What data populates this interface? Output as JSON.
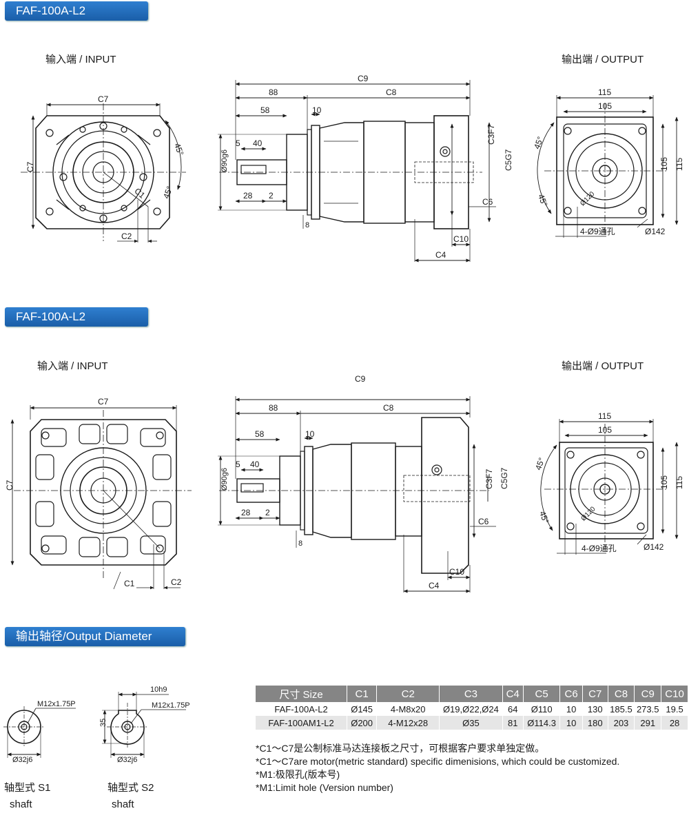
{
  "sections": {
    "s1_title": "FAF-100A-L2",
    "s2_title": "FAF-100A-L2",
    "s3_title": "输出轴径/Output Diameter"
  },
  "views": {
    "input": "输入端 / INPUT",
    "output": "输出端 / OUTPUT"
  },
  "dims": {
    "c1": "C1",
    "c2": "C2",
    "c3f7": "C3F7",
    "c4": "C4",
    "c5g7": "C5G7",
    "c6": "C6",
    "c7": "C7",
    "c8": "C8",
    "c9": "C9",
    "c10": "C10",
    "d88": "88",
    "d58": "58",
    "d10": "10",
    "d5": "5",
    "d40": "40",
    "d28": "28",
    "d2": "2",
    "d8": "8",
    "d90": "Ø90g6",
    "d115": "115",
    "d105": "105",
    "holes": "4-Ø9通孔",
    "d142": "Ø142",
    "d120": "Ø120",
    "a45": "45°"
  },
  "shafts": {
    "thread": "M12x1.75P",
    "key": "10h9",
    "dia": "Ø32j6",
    "h35": "35",
    "s1_label": "轴型式 S1",
    "s2_label": "轴型式 S2",
    "shaft_word": "shaft"
  },
  "table": {
    "headers": [
      "尺寸 Size",
      "C1",
      "C2",
      "C3",
      "C4",
      "C5",
      "C6",
      "C7",
      "C8",
      "C9",
      "C10"
    ],
    "rows": [
      [
        "FAF-100A-L2",
        "Ø145",
        "4-M8x20",
        "Ø19,Ø22,Ø24",
        "64",
        "Ø110",
        "10",
        "130",
        "185.5",
        "273.5",
        "19.5"
      ],
      [
        "FAF-100AM1-L2",
        "Ø200",
        "4-M12x28",
        "Ø35",
        "81",
        "Ø114.3",
        "10",
        "180",
        "203",
        "291",
        "28"
      ]
    ]
  },
  "notes": [
    "*C1～C7是公制标准马达连接板之尺寸，可根据客户要求单独定做。",
    "*C1～C7are motor(metric standard) specific dimenisions, which could be customized.",
    "*M1:极限孔(版本号)",
    "*M1:Limit hole (Version number)"
  ]
}
